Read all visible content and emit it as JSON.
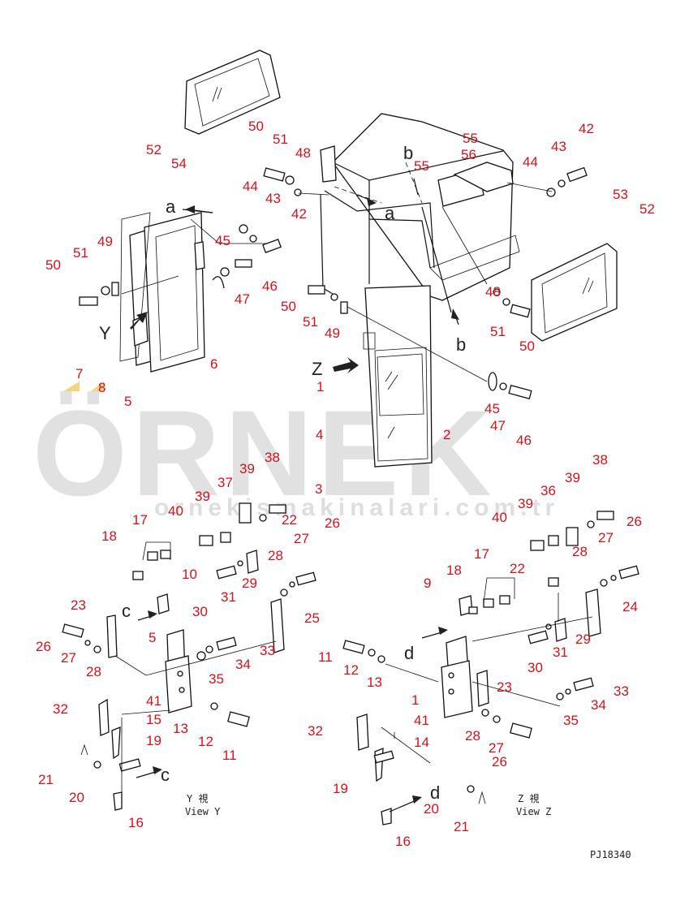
{
  "diagram": {
    "drawing_number": "PJ18340",
    "view_y": {
      "jp": "Y 視",
      "en": "View Y"
    },
    "view_z": {
      "jp": "Z 視",
      "en": "View Z"
    },
    "watermark": {
      "brand": "ÖRNEK",
      "url": "ornekismakinalari.com.tr"
    },
    "colors": {
      "callout": "#d4121c",
      "line": "#111111",
      "watermark": "#c9c9c9"
    },
    "view_markers": [
      "a",
      "a",
      "b",
      "b",
      "Y",
      "Z",
      "c",
      "c",
      "d",
      "d"
    ],
    "callouts": [
      {
        "id": "c1",
        "text": "52"
      },
      {
        "id": "c2",
        "text": "54"
      },
      {
        "id": "c3",
        "text": "50"
      },
      {
        "id": "c4",
        "text": "51"
      },
      {
        "id": "c5",
        "text": "48"
      },
      {
        "id": "c6",
        "text": "44"
      },
      {
        "id": "c7",
        "text": "43"
      },
      {
        "id": "c8",
        "text": "42"
      },
      {
        "id": "c9",
        "text": "55"
      },
      {
        "id": "c10",
        "text": "56"
      },
      {
        "id": "c11",
        "text": "55"
      },
      {
        "id": "c12",
        "text": "44"
      },
      {
        "id": "c13",
        "text": "43"
      },
      {
        "id": "c14",
        "text": "42"
      },
      {
        "id": "c15",
        "text": "53"
      },
      {
        "id": "c16",
        "text": "52"
      },
      {
        "id": "c17",
        "text": "50"
      },
      {
        "id": "c18",
        "text": "51"
      },
      {
        "id": "c19",
        "text": "49"
      },
      {
        "id": "c20",
        "text": "45"
      },
      {
        "id": "c21",
        "text": "46"
      },
      {
        "id": "c22",
        "text": "47"
      },
      {
        "id": "c23",
        "text": "7"
      },
      {
        "id": "c24",
        "text": "8"
      },
      {
        "id": "c25",
        "text": "5"
      },
      {
        "id": "c26",
        "text": "6"
      },
      {
        "id": "c27",
        "text": "50"
      },
      {
        "id": "c28",
        "text": "51"
      },
      {
        "id": "c29",
        "text": "49"
      },
      {
        "id": "c30",
        "text": "48"
      },
      {
        "id": "c31",
        "text": "51"
      },
      {
        "id": "c32",
        "text": "50"
      },
      {
        "id": "c33",
        "text": "1"
      },
      {
        "id": "c34",
        "text": "45"
      },
      {
        "id": "c35",
        "text": "47"
      },
      {
        "id": "c36",
        "text": "46"
      },
      {
        "id": "c37",
        "text": "2"
      },
      {
        "id": "c38",
        "text": "4"
      },
      {
        "id": "c39",
        "text": "3"
      },
      {
        "id": "c40",
        "text": "38"
      },
      {
        "id": "c41",
        "text": "39"
      },
      {
        "id": "c42",
        "text": "37"
      },
      {
        "id": "c43",
        "text": "39"
      },
      {
        "id": "c44",
        "text": "40"
      },
      {
        "id": "c45",
        "text": "22"
      },
      {
        "id": "c46",
        "text": "26"
      },
      {
        "id": "c47",
        "text": "27"
      },
      {
        "id": "c48",
        "text": "17"
      },
      {
        "id": "c49",
        "text": "18"
      },
      {
        "id": "c50",
        "text": "10"
      },
      {
        "id": "c51",
        "text": "28"
      },
      {
        "id": "c52",
        "text": "29"
      },
      {
        "id": "c53",
        "text": "30"
      },
      {
        "id": "c54",
        "text": "31"
      },
      {
        "id": "c55",
        "text": "23"
      },
      {
        "id": "c56",
        "text": "5"
      },
      {
        "id": "c57",
        "text": "25"
      },
      {
        "id": "c58",
        "text": "26"
      },
      {
        "id": "c59",
        "text": "27"
      },
      {
        "id": "c60",
        "text": "28"
      },
      {
        "id": "c61",
        "text": "33"
      },
      {
        "id": "c62",
        "text": "34"
      },
      {
        "id": "c63",
        "text": "35"
      },
      {
        "id": "c64",
        "text": "32"
      },
      {
        "id": "c65",
        "text": "41"
      },
      {
        "id": "c66",
        "text": "15"
      },
      {
        "id": "c67",
        "text": "19"
      },
      {
        "id": "c68",
        "text": "13"
      },
      {
        "id": "c69",
        "text": "12"
      },
      {
        "id": "c70",
        "text": "11"
      },
      {
        "id": "c71",
        "text": "21"
      },
      {
        "id": "c72",
        "text": "20"
      },
      {
        "id": "c73",
        "text": "16"
      },
      {
        "id": "c74",
        "text": "38"
      },
      {
        "id": "c75",
        "text": "39"
      },
      {
        "id": "c76",
        "text": "36"
      },
      {
        "id": "c77",
        "text": "40"
      },
      {
        "id": "c78",
        "text": "39"
      },
      {
        "id": "c79",
        "text": "26"
      },
      {
        "id": "c80",
        "text": "27"
      },
      {
        "id": "c81",
        "text": "17"
      },
      {
        "id": "c82",
        "text": "28"
      },
      {
        "id": "c83",
        "text": "18"
      },
      {
        "id": "c84",
        "text": "22"
      },
      {
        "id": "c85",
        "text": "9"
      },
      {
        "id": "c86",
        "text": "24"
      },
      {
        "id": "c87",
        "text": "29"
      },
      {
        "id": "c88",
        "text": "31"
      },
      {
        "id": "c89",
        "text": "30"
      },
      {
        "id": "c90",
        "text": "11"
      },
      {
        "id": "c91",
        "text": "12"
      },
      {
        "id": "c92",
        "text": "13"
      },
      {
        "id": "c93",
        "text": "1"
      },
      {
        "id": "c94",
        "text": "23"
      },
      {
        "id": "c95",
        "text": "33"
      },
      {
        "id": "c96",
        "text": "34"
      },
      {
        "id": "c97",
        "text": "35"
      },
      {
        "id": "c98",
        "text": "32"
      },
      {
        "id": "c99",
        "text": "41"
      },
      {
        "id": "c100",
        "text": "14"
      },
      {
        "id": "c101",
        "text": "28"
      },
      {
        "id": "c102",
        "text": "27"
      },
      {
        "id": "c103",
        "text": "26"
      },
      {
        "id": "c104",
        "text": "19"
      },
      {
        "id": "c105",
        "text": "20"
      },
      {
        "id": "c106",
        "text": "21"
      },
      {
        "id": "c107",
        "text": "16"
      }
    ]
  }
}
